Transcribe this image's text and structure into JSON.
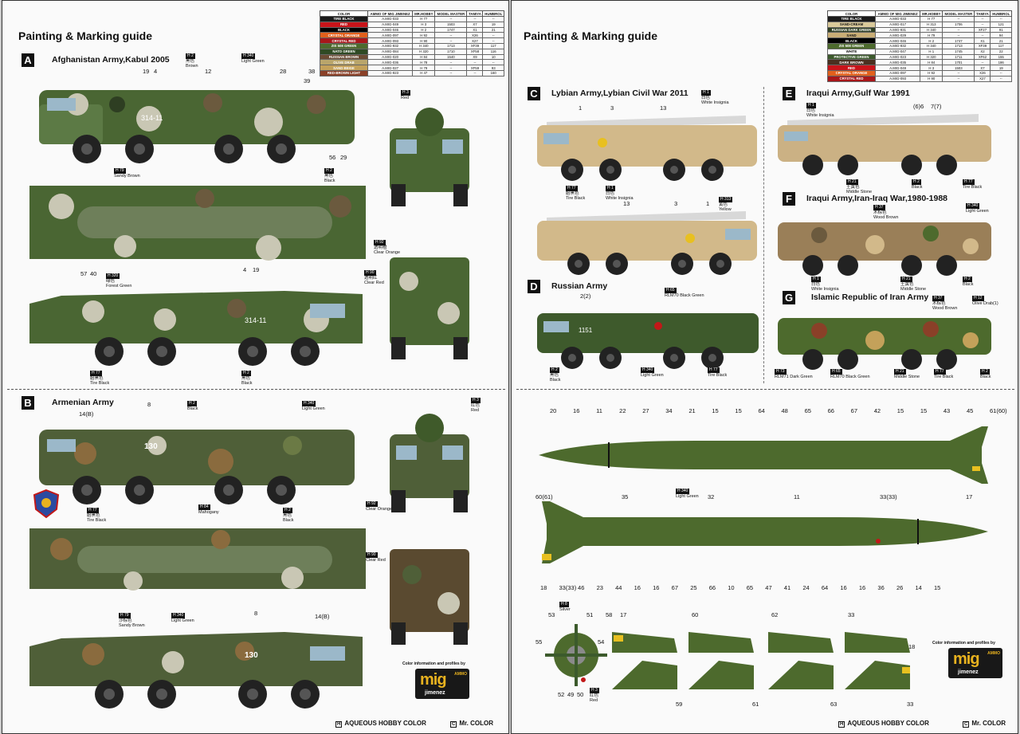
{
  "left_page": {
    "title": "Painting & Marking guide",
    "color_table": {
      "headers": [
        "COLOR",
        "AMMO OF MIG JIMENEZ",
        "MR.HOBBY",
        "MODEL MASTER",
        "TAMIYA",
        "HUMBROL"
      ],
      "rows": [
        {
          "name": "TIRE BLACK",
          "bg": "#1a1a1a",
          "code": "A.MIG-033",
          "hobby": "H 77",
          "mm": "--",
          "tam": "--",
          "hum": "--"
        },
        {
          "name": "RED",
          "bg": "#c8141a",
          "code": "A.MIG-049",
          "hobby": "H 3",
          "mm": "1503",
          "tam": "X7",
          "hum": "19"
        },
        {
          "name": "BLACK",
          "bg": "#000000",
          "code": "A.MIG-046",
          "hobby": "H 2",
          "mm": "1747",
          "tam": "X1",
          "hum": "21"
        },
        {
          "name": "CRYSTAL ORANGE",
          "bg": "#e2601c",
          "code": "A.MIG-097",
          "hobby": "H 92",
          "mm": "--",
          "tam": "X26",
          "hum": "--"
        },
        {
          "name": "CRYSTAL RED",
          "bg": "#a8171a",
          "code": "A.MIG-093",
          "hobby": "H 90",
          "mm": "--",
          "tam": "X27",
          "hum": "--"
        },
        {
          "name": "ZIS 508 GREEN",
          "bg": "#4d6a2d",
          "code": "A.MIG-932",
          "hobby": "H 340",
          "mm": "1713",
          "tam": "XF39",
          "hum": "117"
        },
        {
          "name": "NATO GREEN",
          "bg": "#2f4a24",
          "code": "A.MIG-084",
          "hobby": "H 320",
          "mm": "1710",
          "tam": "XF58",
          "hum": "116"
        },
        {
          "name": "RUSSIAN BROWN",
          "bg": "#6b4b33",
          "code": "A.MIG-020",
          "hobby": "H 84",
          "mm": "1540",
          "tam": "X9",
          "hum": "10"
        },
        {
          "name": "OLIVE DRAB",
          "bg": "#b9a56b",
          "code": "A.MIG-036",
          "hobby": "H 78",
          "mm": "--",
          "tam": "--",
          "hum": "--"
        },
        {
          "name": "SAND BEIGE",
          "bg": "#c4a15a",
          "code": "A.MIG-027",
          "hobby": "H 79",
          "mm": "--",
          "tam": "XF59",
          "hum": "93"
        },
        {
          "name": "RED-BROWN LIGHT",
          "bg": "#8a4028",
          "code": "A.MIG-923",
          "hobby": "H 47",
          "mm": "--",
          "tam": "--",
          "hum": "160"
        }
      ]
    },
    "sections": [
      {
        "letter": "A",
        "name": "Afghanistan Army,Kabul 2005"
      },
      {
        "letter": "B",
        "name": "Armenian Army"
      }
    ],
    "numbers_a": [
      "19",
      "4",
      "12",
      "28",
      "38",
      "39",
      "56",
      "29",
      "57",
      "40",
      "4",
      "19"
    ],
    "callouts_a": [
      {
        "code": "H 2",
        "lines": [
          "黑色",
          "Brown"
        ]
      },
      {
        "code": "H 340",
        "lines": [
          "Light Green"
        ]
      },
      {
        "code": "H 3",
        "lines": [
          "Red"
        ]
      },
      {
        "code": "H 79",
        "lines": [
          "Sandy Brown"
        ]
      },
      {
        "code": "H 2",
        "lines": [
          "黑色",
          "Black"
        ]
      },
      {
        "code": "H 320",
        "lines": [
          "绿色",
          "Forest Green"
        ]
      },
      {
        "code": "H 92",
        "lines": [
          "透明橙",
          "Clear Orange"
        ]
      },
      {
        "code": "H 90",
        "lines": [
          "透明红",
          "Clear Red"
        ]
      },
      {
        "code": "H 77",
        "lines": [
          "胎黑色",
          "Tire Black"
        ]
      },
      {
        "code": "H 2",
        "lines": [
          "黑色",
          "Black"
        ]
      }
    ],
    "numbers_b": [
      "14(B)",
      "8",
      "8",
      "14(B)"
    ],
    "truck_number": "130",
    "truck_number_a": "314-11",
    "callouts_b": [
      {
        "code": "H 2",
        "lines": [
          "Black"
        ]
      },
      {
        "code": "H 340",
        "lines": [
          "Light Green"
        ]
      },
      {
        "code": "H 3",
        "lines": [
          "红色",
          "Red"
        ]
      },
      {
        "code": "H 77",
        "lines": [
          "胎黑色",
          "Tire Black"
        ]
      },
      {
        "code": "H 84",
        "lines": [
          "Mahogany"
        ]
      },
      {
        "code": "H 2",
        "lines": [
          "黑色",
          "Black"
        ]
      },
      {
        "code": "H 79",
        "lines": [
          "沙棕色",
          "Sandy Brown"
        ]
      },
      {
        "code": "H 340",
        "lines": [
          "Light Green"
        ]
      },
      {
        "code": "H 92",
        "lines": [
          "Clear Orange"
        ]
      },
      {
        "code": "H 90",
        "lines": [
          "Clear Red"
        ]
      }
    ],
    "logo_caption": "Color information and profiles by",
    "logo": {
      "main": "mig",
      "top": "AMMO",
      "bottom": "jimenez"
    },
    "footer": [
      "AQUEOUS HOBBY COLOR",
      "Mr. COLOR"
    ]
  },
  "right_page": {
    "title": "Painting & Marking guide",
    "color_table": {
      "headers": [
        "COLOR",
        "AMMO OF MIG JIMENEZ",
        "MR.HOBBY",
        "MODEL MASTER",
        "TAMIYA",
        "HUMBROL"
      ],
      "rows": [
        {
          "name": "TIRE BLACK",
          "bg": "#1a1a1a",
          "code": "A.MIG-033",
          "hobby": "H 77",
          "mm": "--",
          "tam": "--",
          "hum": "--"
        },
        {
          "name": "SAND-CREAM",
          "bg": "#d9c99a",
          "code": "A.MIG-017",
          "hobby": "H 313",
          "mm": "1706",
          "tam": "--",
          "hum": "121"
        },
        {
          "name": "RUSSIAN DARK GREEN",
          "bg": "#2f3f22",
          "code": "A.MIG-931",
          "hobby": "H 340",
          "mm": "--",
          "tam": "XF27",
          "hum": "91"
        },
        {
          "name": "SAND",
          "bg": "#c9ae76",
          "code": "A.MIG-029",
          "hobby": "H 79",
          "mm": "--",
          "tam": "--",
          "hum": "94"
        },
        {
          "name": "BLACK",
          "bg": "#000000",
          "code": "A.MIG-046",
          "hobby": "H 2",
          "mm": "1747",
          "tam": "X1",
          "hum": "21"
        },
        {
          "name": "ZIS 508 GREEN",
          "bg": "#4d6a2d",
          "code": "A.MIG-932",
          "hobby": "H 340",
          "mm": "1713",
          "tam": "XF39",
          "hum": "117"
        },
        {
          "name": "WHITE",
          "bg": "#ffffff",
          "code": "A.MIG-047",
          "hobby": "H 1",
          "mm": "1745",
          "tam": "X2",
          "hum": "22"
        },
        {
          "name": "PROTECTIVE GREEN",
          "bg": "#3c5a2c",
          "code": "A.MIG-023",
          "hobby": "H 320",
          "mm": "1711",
          "tam": "XF62",
          "hum": "155"
        },
        {
          "name": "DARK BROWN",
          "bg": "#4a3020",
          "code": "A.MIG-035",
          "hobby": "H 84",
          "mm": "1701",
          "tam": "--",
          "hum": "186"
        },
        {
          "name": "RED",
          "bg": "#c8141a",
          "code": "A.MIG-049",
          "hobby": "H 3",
          "mm": "1503",
          "tam": "X7",
          "hum": "19"
        },
        {
          "name": "CRYSTAL ORANGE",
          "bg": "#e2601c",
          "code": "A.MIG-097",
          "hobby": "H 92",
          "mm": "--",
          "tam": "X26",
          "hum": "--"
        },
        {
          "name": "CRYSTAL RED",
          "bg": "#a8171a",
          "code": "A.MIG-093",
          "hobby": "H 90",
          "mm": "--",
          "tam": "X27",
          "hum": "--"
        }
      ]
    },
    "sections": [
      {
        "letter": "C",
        "name": "Lybian Army,Lybian Civil War 2011"
      },
      {
        "letter": "D",
        "name": "Russian Army"
      },
      {
        "letter": "E",
        "name": "Iraqui Army,Gulf War 1991"
      },
      {
        "letter": "F",
        "name": "Iraqui Army,Iran-Iraq War,1980-1988"
      },
      {
        "letter": "G",
        "name": "Islamic Republic of Iran Army"
      }
    ],
    "numbers_c": [
      "1",
      "3",
      "13",
      "13",
      "3",
      "1"
    ],
    "numbers_d": [
      "2(2)"
    ],
    "numbers_e": [
      "(6)6",
      "7(7)"
    ],
    "truck_number_d": "1151",
    "callouts_c": [
      {
        "code": "H 1",
        "lines": [
          "白色",
          "White Insignia"
        ]
      },
      {
        "code": "H 77",
        "lines": [
          "胎黑色",
          "Tire Black"
        ]
      },
      {
        "code": "H 1",
        "lines": [
          "白色",
          "White Insignia"
        ]
      },
      {
        "code": "H 313",
        "lines": [
          "黄色",
          "Yellow"
        ]
      }
    ],
    "callouts_d": [
      {
        "code": "H 65",
        "lines": [
          "RLM70 Black Green"
        ]
      },
      {
        "code": "H 2",
        "lines": [
          "黑色",
          "Black"
        ]
      },
      {
        "code": "H 340",
        "lines": [
          "Light Green"
        ]
      },
      {
        "code": "H 77",
        "lines": [
          "Tire Black"
        ]
      }
    ],
    "callouts_e": [
      {
        "code": "H 1",
        "lines": [
          "白色",
          "White Insignia"
        ]
      },
      {
        "code": "H 21",
        "lines": [
          "土黄色",
          "Middle Stone"
        ]
      },
      {
        "code": "H 2",
        "lines": [
          "Black"
        ]
      },
      {
        "code": "H 77",
        "lines": [
          "Tire Black"
        ]
      }
    ],
    "callouts_f": [
      {
        "code": "H 37",
        "lines": [
          "木棕色",
          "Wood Brown"
        ]
      },
      {
        "code": "H 340",
        "lines": [
          "Light Green"
        ]
      },
      {
        "code": "H 1",
        "lines": [
          "白色",
          "White Insignia"
        ]
      },
      {
        "code": "H 21",
        "lines": [
          "土黄色",
          "Middle Stone"
        ]
      },
      {
        "code": "H 2",
        "lines": [
          "Black"
        ]
      }
    ],
    "callouts_g": [
      {
        "code": "H 37",
        "lines": [
          "木棕色",
          "Wood Brown"
        ]
      },
      {
        "code": "H 12",
        "lines": [
          "Olive Drab(1)"
        ]
      },
      {
        "code": "H 73",
        "lines": [
          "RLM71 Dark Green"
        ]
      },
      {
        "code": "H 65",
        "lines": [
          "RLM70 Black Green"
        ]
      },
      {
        "code": "H 21",
        "lines": [
          "Middle Stone"
        ]
      },
      {
        "code": "H 77",
        "lines": [
          "Tire Black"
        ]
      },
      {
        "code": "H 2",
        "lines": [
          "Black"
        ]
      }
    ],
    "missile_top_numbers": [
      "20",
      "16",
      "11",
      "22",
      "27",
      "34",
      "21",
      "15",
      "15",
      "64",
      "48",
      "65",
      "66",
      "67",
      "42",
      "15",
      "15",
      "43",
      "45",
      "61(60)"
    ],
    "missile_bottom_numbers": [
      "18",
      "33(33)",
      "46",
      "23",
      "44",
      "16",
      "16",
      "67",
      "25",
      "66",
      "10",
      "65",
      "47",
      "41",
      "24",
      "64",
      "16",
      "16",
      "36",
      "26",
      "14",
      "15"
    ],
    "missile_mid_numbers": [
      "60(61)",
      "35",
      "32",
      "11",
      "33(33)",
      "17"
    ],
    "missile_callout": {
      "code": "H 340",
      "lines": [
        "Light Green"
      ]
    },
    "fin_numbers": [
      "58",
      "17",
      "60",
      "62",
      "33",
      "18",
      "59",
      "61",
      "63",
      "33"
    ],
    "base_numbers": [
      "53",
      "51",
      "55",
      "54",
      "52",
      "49",
      "50"
    ],
    "base_callouts": [
      {
        "code": "H 8",
        "lines": [
          "Silver"
        ]
      },
      {
        "code": "H 3",
        "lines": [
          "红色",
          "Red"
        ]
      }
    ],
    "logo_caption": "Color information and profiles by",
    "logo": {
      "main": "mig",
      "top": "AMMO",
      "bottom": "jimenez"
    },
    "footer": [
      "AQUEOUS HOBBY COLOR",
      "Mr. COLOR"
    ]
  },
  "colors": {
    "woodland_green": "#4a6633",
    "camo_light": "#c9c7b4",
    "camo_brown": "#6b5a3e",
    "sand": "#d2b98a",
    "olive": "#4d6a2d",
    "tire": "#222222"
  }
}
